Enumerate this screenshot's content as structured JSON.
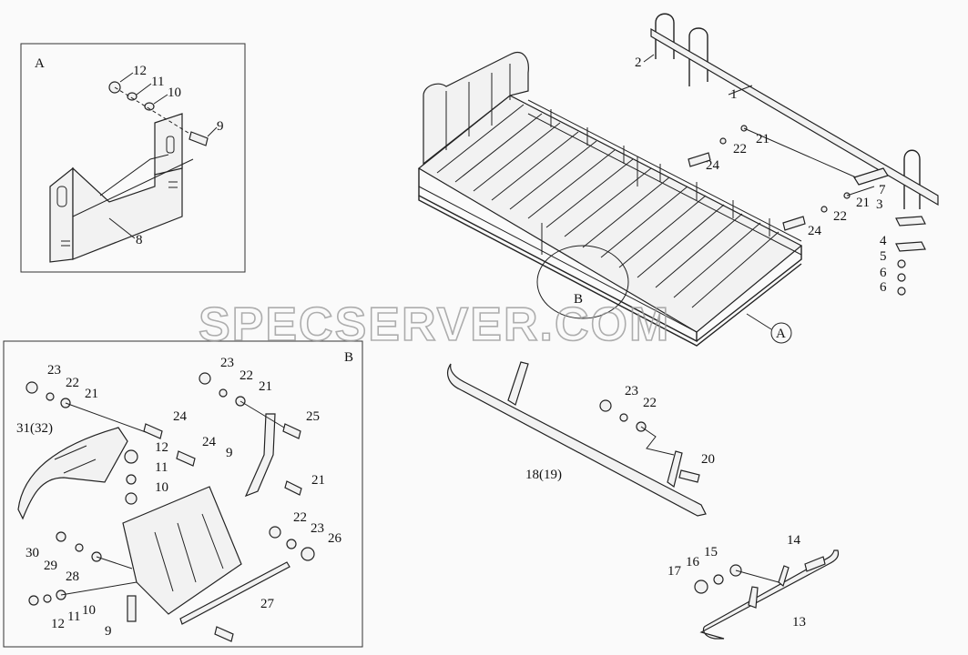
{
  "detail_a": {
    "letter": "A",
    "callouts": [
      "12",
      "11",
      "10",
      "9",
      "8"
    ]
  },
  "detail_b": {
    "letter": "B",
    "callouts": [
      "23",
      "22",
      "21",
      "31(32)",
      "24",
      "12",
      "11",
      "10",
      "30",
      "29",
      "28",
      "12",
      "11",
      "10",
      "9",
      "23",
      "22",
      "21",
      "24",
      "25",
      "9",
      "21",
      "22",
      "23",
      "26",
      "27"
    ]
  },
  "truck_bed": {
    "callouts": [
      "2",
      "1",
      "21",
      "22",
      "24",
      "21",
      "22",
      "24",
      "7",
      "3",
      "4",
      "5",
      "6",
      "6"
    ],
    "view_b": "B",
    "view_a": "A"
  },
  "side_rail": {
    "callouts": [
      "23",
      "22",
      "20",
      "18(19)"
    ]
  },
  "rear_bar": {
    "callouts": [
      "14",
      "15",
      "16",
      "17",
      "13"
    ]
  },
  "watermark": "SPECSERVER.COM"
}
